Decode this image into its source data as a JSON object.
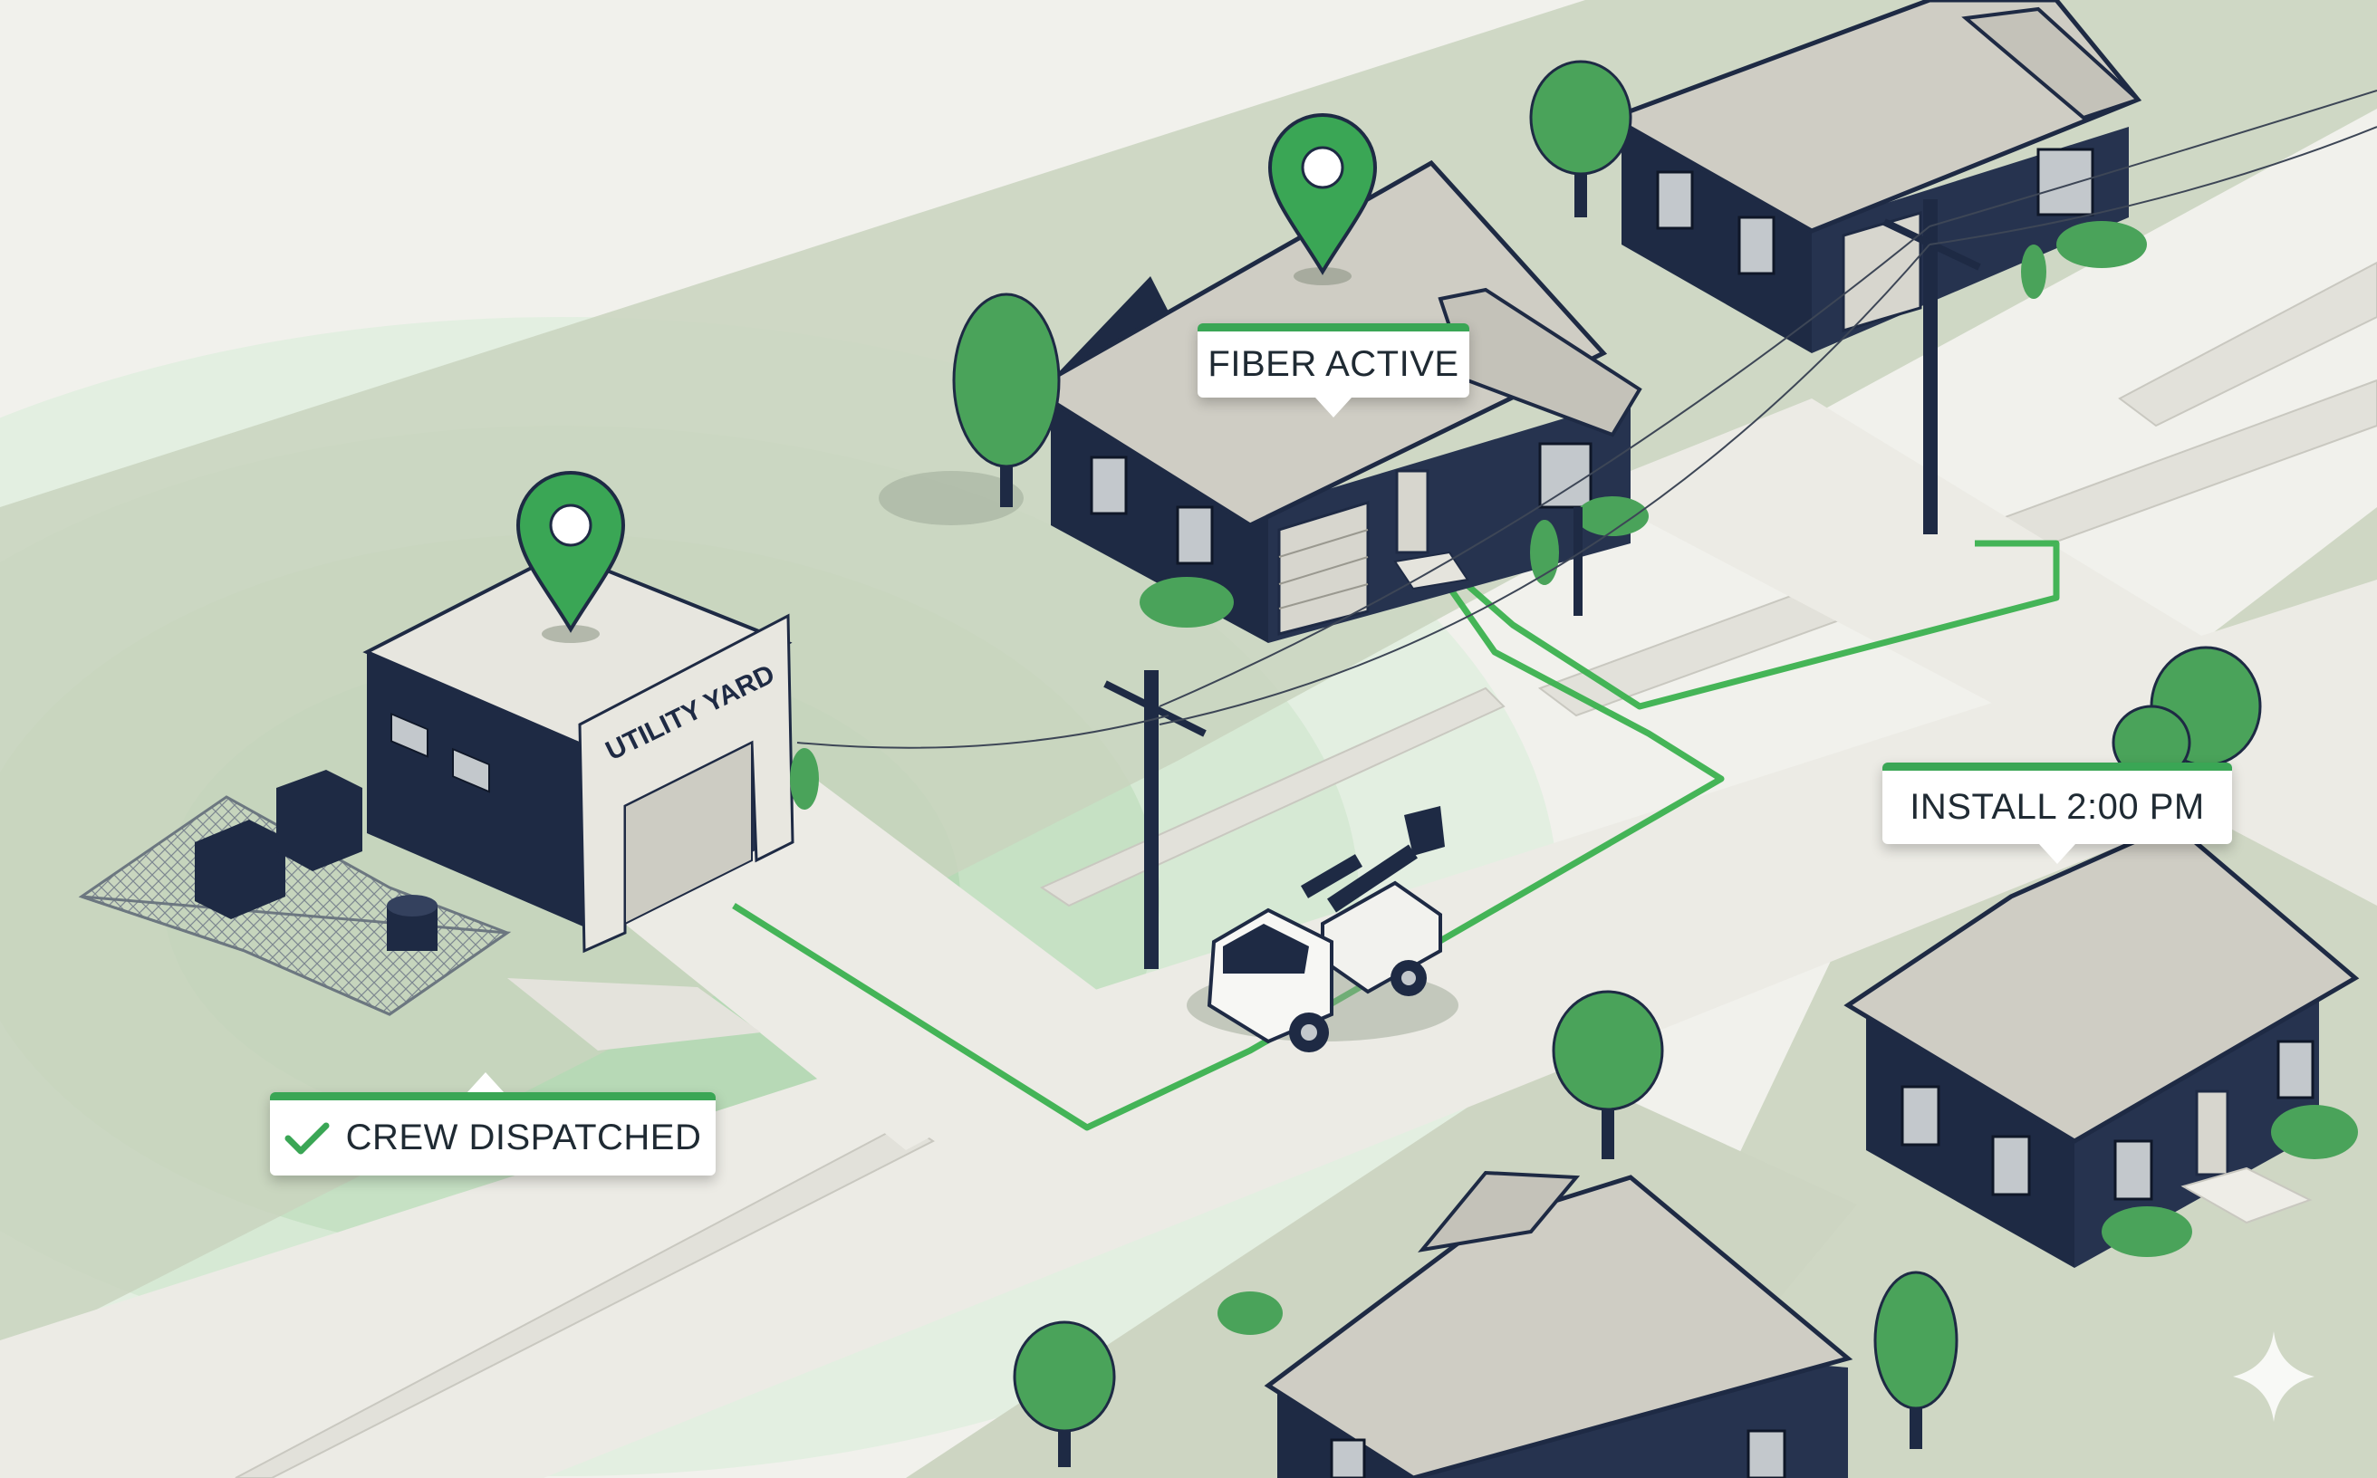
{
  "labels": {
    "fiber_active": "FIBER ACTIVE",
    "install_time": "INSTALL 2:00 PM",
    "crew_dispatched": "CREW DISPATCHED",
    "utility_yard_sign": "UTILITY YARD"
  },
  "icons": [
    "map-pin-icon",
    "check-icon",
    "sparkle-icon"
  ],
  "colors": {
    "accent_green": "#3aa655",
    "navy": "#1e2a44",
    "roof_gray": "#cfcdc4",
    "lawn_green": "#c8d3bd",
    "road": "#ecebe5",
    "background": "#f1f1ec"
  }
}
